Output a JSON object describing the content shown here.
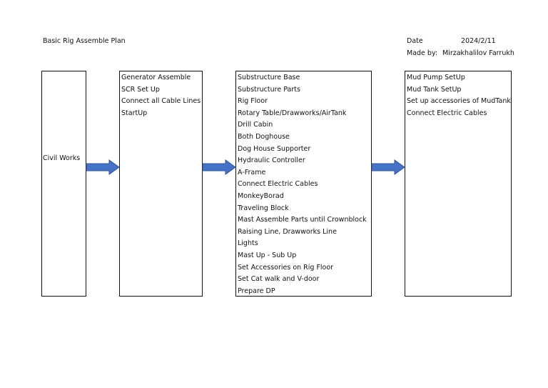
{
  "header": {
    "title": "Basic Rig Assemble Plan",
    "date_label": "Date",
    "date_value": "2024/2/11",
    "made_by_label": "Made by:",
    "made_by_value": "Mirzakhalilov Farrukh"
  },
  "boxes": {
    "civil": {
      "label": "Civil Works"
    },
    "power": {
      "items": [
        "Generator Assemble",
        "SCR Set Up",
        "Connect all Cable Lines",
        "StartUp"
      ]
    },
    "rig": {
      "items": [
        "Substructure Base",
        "Substructure Parts",
        "Rig Floor",
        "Rotary Table/Drawworks/AirTank",
        "Drill Cabin",
        "Both Doghouse",
        "Dog House Supporter",
        "Hydraulic Controller",
        "A-Frame",
        "Connect Electric Cables",
        "MonkeyBorad",
        "Traveling Block",
        "Mast Assemble Parts until Crownblock",
        "Raising Line, Drawworks Line",
        "Lights",
        "Mast Up - Sub Up",
        "Set Accessories on Rig Floor",
        "Set Cat walk and V-door",
        "Prepare DP"
      ]
    },
    "mud": {
      "items": [
        "Mud Pump SetUp",
        "Mud Tank SetUp",
        "Set up accessories of MudTank",
        "Connect Electric Cables"
      ]
    }
  },
  "colors": {
    "arrow": "#4472C4",
    "arrow_stroke": "#2F5597",
    "border": "#111111"
  }
}
